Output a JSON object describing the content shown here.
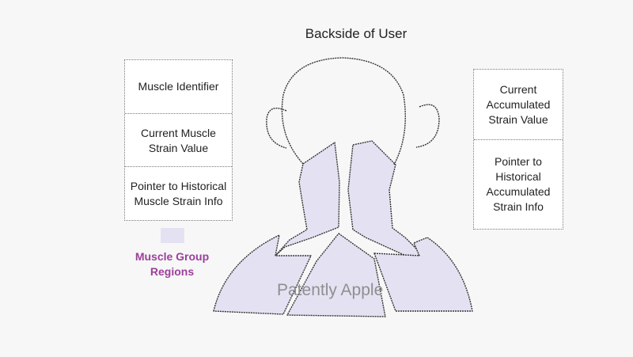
{
  "title": "Backside of User",
  "left_record": [
    "Muscle Identifier",
    "Current Muscle Strain Value",
    "Pointer to Historical Muscle Strain Info"
  ],
  "right_record": [
    "Current Accumulated Strain Value",
    "Pointer to Historical Accumulated Strain Info"
  ],
  "legend": {
    "label": "Muscle Group Regions",
    "color": "#e4e2f2"
  },
  "watermark": "Patently Apple"
}
